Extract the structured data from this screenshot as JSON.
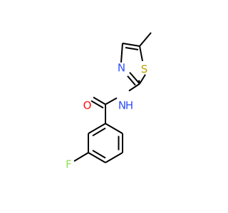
{
  "molecule": {
    "colors": {
      "carbon_bond": "#000000",
      "nitrogen": "#3050F8",
      "oxygen": "#FF0D0D",
      "sulfur": "#B8A000",
      "fluorine": "#90E050"
    },
    "atoms": {
      "oxygen": "O",
      "amide_nitrogen": "N",
      "amide_hydrogen": "H",
      "ring_nitrogen": "N",
      "sulfur": "S",
      "fluorine": "F"
    }
  }
}
